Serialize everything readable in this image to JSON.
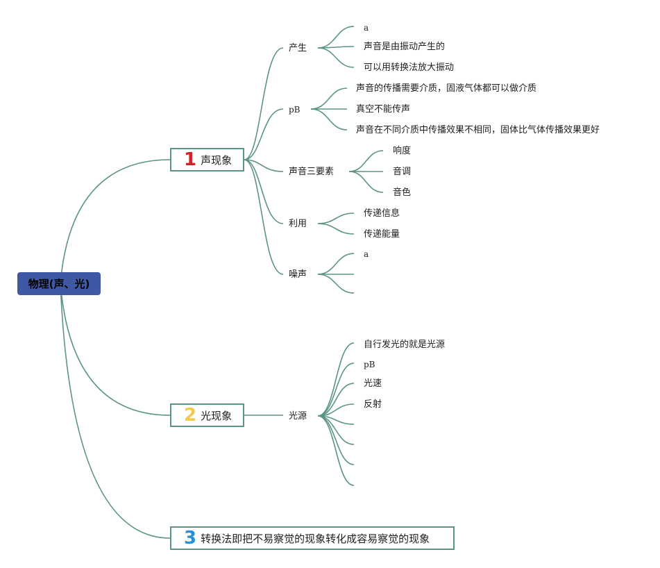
{
  "root": {
    "label": "物理(声、光)"
  },
  "topics": [
    {
      "num": "1",
      "num_color": "#d2232a",
      "label": "声现象",
      "subtopics": [
        {
          "label": "产生",
          "leaves": [
            "a",
            "声音是由振动产生的",
            "可以用转换法放大振动"
          ]
        },
        {
          "label": "pB",
          "leaves": [
            "声音的传播需要介质，固液气体都可以做介质",
            "真空不能传声",
            "声音在不同介质中传播效果不相同，固体比气体传播效果更好"
          ]
        },
        {
          "label": "声音三要素",
          "leaves": [
            "响度",
            "音调",
            "音色"
          ]
        },
        {
          "label": "利用",
          "leaves": [
            "传递信息",
            "传递能量"
          ]
        },
        {
          "label": "噪声",
          "leaves": [
            "a",
            "",
            ""
          ]
        }
      ]
    },
    {
      "num": "2",
      "num_color": "#f2c94c",
      "label": "光现象",
      "subtopics": [
        {
          "label": "光源",
          "leaves": [
            "自行发光的就是光源",
            "pB",
            "光速",
            "反射",
            "",
            "",
            "",
            ""
          ]
        }
      ]
    },
    {
      "num": "3",
      "num_color": "#2b8fd6",
      "label": "转换法即把不易察觉的现象转化成容易察觉的现象",
      "subtopics": []
    }
  ]
}
